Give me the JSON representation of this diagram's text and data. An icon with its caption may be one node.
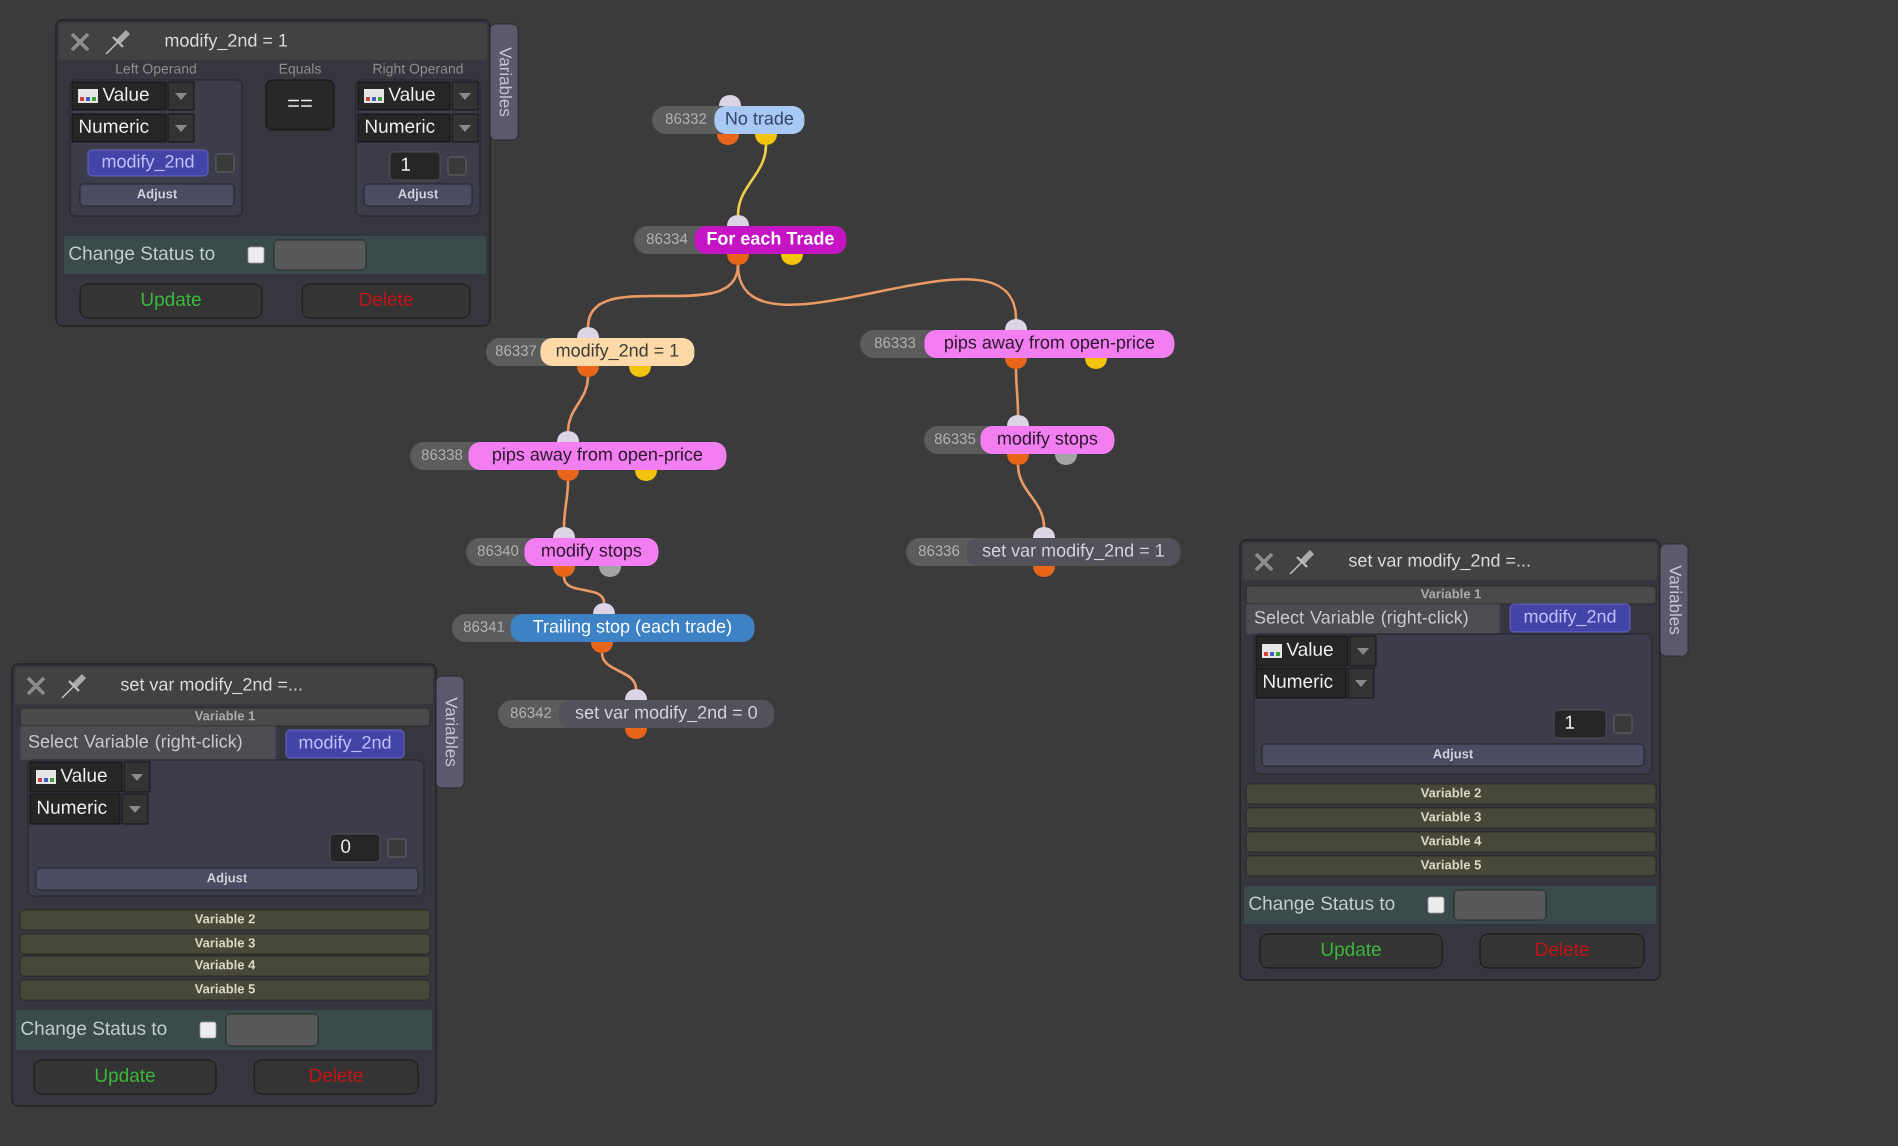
{
  "diagram": {
    "nodes": [
      {
        "text": [
          "modify_2nd = 1"
        ]
      },
      {
        "text": [
          "Variables"
        ]
      },
      {
        "text": [
          "Left Operand"
        ],
        "in": 0
      },
      {
        "text": [
          "Value"
        ],
        "in": 2
      },
      {
        "text": [
          "Numeric"
        ],
        "in": 2
      },
      {
        "text": [
          "modify_2nd"
        ],
        "in": 2
      },
      {
        "text": [
          "Adjust"
        ],
        "in": 2
      },
      {
        "text": [
          "Equals",
          "=="
        ],
        "in": 0
      },
      {
        "text": [
          "Right Operand"
        ],
        "in": 0
      },
      {
        "text": [
          "Value"
        ],
        "in": 8
      },
      {
        "text": [
          "Numeric"
        ],
        "in": 8
      },
      {
        "text": [
          "1"
        ],
        "in": 8
      },
      {
        "text": [
          "Adjust"
        ],
        "in": 8
      },
      {
        "text": [
          "Change Status to"
        ],
        "in": 0
      },
      {
        "text": [
          "Update"
        ],
        "in": 0
      },
      {
        "text": [
          "Delete"
        ],
        "in": 0
      },
      {
        "text": [
          "86332",
          "No trade"
        ]
      },
      {
        "text": [
          "86334",
          "For each Trade"
        ]
      },
      {
        "text": [
          "86337",
          "modify_2nd = 1"
        ]
      },
      {
        "text": [
          "86333",
          "pips away from open-price"
        ]
      },
      {
        "text": [
          "86338",
          "pips away from open-price"
        ]
      },
      {
        "text": [
          "86335",
          "modify stops"
        ]
      },
      {
        "text": [
          "86340",
          "modify stops"
        ]
      },
      {
        "text": [
          "86336",
          "set var modify_2nd = 1"
        ]
      },
      {
        "text": [
          "86341",
          "Trailing stop (each trade)"
        ]
      },
      {
        "text": [
          "86342",
          "set var modify_2nd = 0"
        ]
      },
      {
        "text": [
          "set var modify_2nd =..."
        ]
      },
      {
        "text": [
          "Variables"
        ]
      },
      {
        "text": [
          "Variable 1"
        ],
        "in": 26
      },
      {
        "text": [
          "Select Variable (right-click)"
        ],
        "in": 26
      },
      {
        "text": [
          "modify_2nd"
        ],
        "in": 26
      },
      {
        "text": [],
        "shape": "box",
        "in": 26
      },
      {
        "text": [
          "Value"
        ],
        "in": 31
      },
      {
        "text": [
          "Numeric"
        ],
        "in": 31
      },
      {
        "text": [
          "1"
        ],
        "in": 31
      },
      {
        "text": [
          "Adjust"
        ],
        "in": 31
      },
      {
        "text": [
          "Variable 2"
        ],
        "in": 26
      },
      {
        "text": [
          "Variable 3"
        ],
        "in": 26
      },
      {
        "text": [
          "Variable 4"
        ],
        "in": 26
      },
      {
        "text": [
          "Variable 5"
        ],
        "in": 26
      },
      {
        "text": [
          "Change Status to"
        ],
        "in": 26
      },
      {
        "text": [
          "Update"
        ],
        "in": 26
      },
      {
        "text": [
          "Delete"
        ],
        "in": 26
      },
      {
        "text": [
          "set var modify_2nd =..."
        ]
      },
      {
        "text": [
          "Variables"
        ]
      },
      {
        "text": [
          "Variable 1"
        ],
        "in": 43
      },
      {
        "text": [
          "Select Variable (right-click)"
        ],
        "in": 43
      },
      {
        "text": [
          "modify_2nd"
        ],
        "in": 43
      },
      {
        "text": [],
        "shape": "box",
        "in": 43
      },
      {
        "text": [
          "Value"
        ],
        "in": 48
      },
      {
        "text": [
          "Numeric"
        ],
        "in": 48
      },
      {
        "text": [
          "0"
        ],
        "in": 48
      },
      {
        "text": [
          "Adjust"
        ],
        "in": 48
      },
      {
        "text": [
          "Variable 2"
        ],
        "in": 43
      },
      {
        "text": [
          "Variable 3"
        ],
        "in": 43
      },
      {
        "text": [
          "Variable 4"
        ],
        "in": 43
      },
      {
        "text": [
          "Variable 5"
        ],
        "in": 43
      },
      {
        "text": [
          "Change Status to"
        ],
        "in": 43
      },
      {
        "text": [
          "Update"
        ],
        "in": 43
      },
      {
        "text": [
          "Delete"
        ],
        "in": 43
      }
    ],
    "edges": [
      {
        "from": 16,
        "to": 17,
        "arrow": "none",
        "color": "#f0d048"
      },
      {
        "from": 17,
        "to": 18,
        "arrow": "none"
      },
      {
        "from": 17,
        "to": 19,
        "arrow": "none"
      },
      {
        "from": 18,
        "to": 20,
        "arrow": "none"
      },
      {
        "from": 19,
        "to": 21,
        "arrow": "none"
      },
      {
        "from": 20,
        "to": 22,
        "arrow": "none"
      },
      {
        "from": 21,
        "to": 23,
        "arrow": "none"
      },
      {
        "from": 22,
        "to": 24,
        "arrow": "none"
      },
      {
        "from": 24,
        "to": 25,
        "arrow": "none"
      }
    ]
  }
}
